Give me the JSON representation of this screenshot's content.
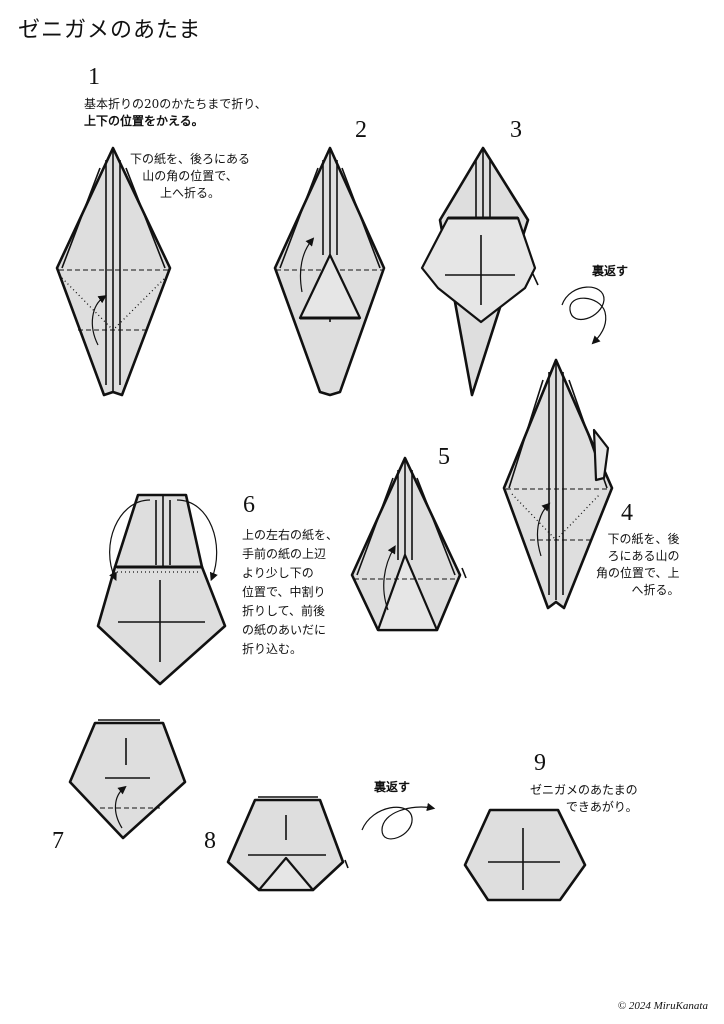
{
  "title": "ゼニガメのあたま",
  "steps": [
    {
      "num": "1",
      "text_line1": "基本折りの20のかたちまで折り、",
      "text_line2": "上下の位置をかえる。",
      "note": "下の紙を、後ろにある\n山の角の位置で、\n上へ折る。"
    },
    {
      "num": "2"
    },
    {
      "num": "3"
    },
    {
      "num": "4",
      "note": "下の紙を、後\nろにある山の\n角の位置で、上\nへ折る。"
    },
    {
      "num": "5"
    },
    {
      "num": "6",
      "note": "上の左右の紙を、\n手前の紙の上辺\nより少し下の\n位置で、中割り\n折りして、前後\nの紙のあいだに\n折り込む。"
    },
    {
      "num": "7"
    },
    {
      "num": "8"
    },
    {
      "num": "9",
      "note": "ゼニガメのあたまの\nできあがり。"
    }
  ],
  "flip_label": "裏返す",
  "copyright": "© 2024 MiruKanata"
}
